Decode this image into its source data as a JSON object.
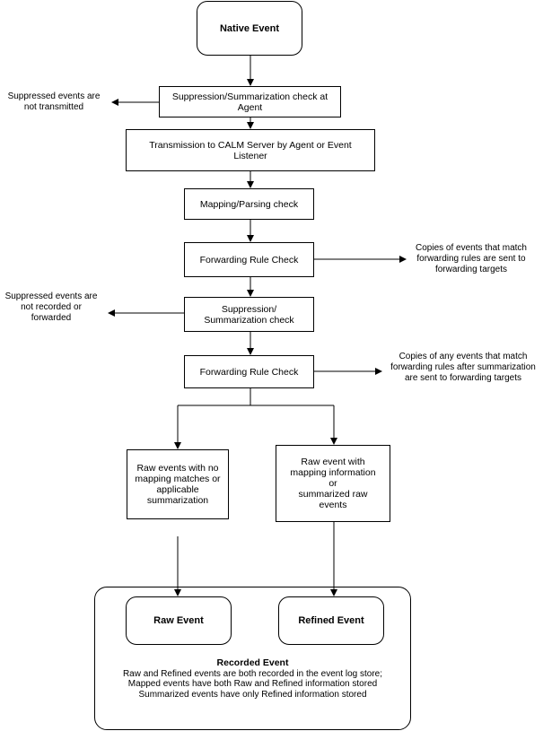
{
  "diagram": {
    "nodes": {
      "native_event": "Native Event",
      "suppression_agent": "Suppression/Summarization check at Agent",
      "transmission": "Transmission to CALM Server by Agent or Event Listener",
      "mapping_parsing": "Mapping/Parsing check",
      "forwarding_rule_1": "Forwarding Rule Check",
      "suppression_summarization": "Suppression/ Summarization check",
      "forwarding_rule_2": "Forwarding Rule Check",
      "raw_no_mapping": "Raw events with no mapping matches or applicable summarization",
      "raw_with_mapping_line1": "Raw event with mapping information",
      "raw_with_mapping_line2": "or",
      "raw_with_mapping_line3": "summarized raw events",
      "raw_event": "Raw Event",
      "refined_event": "Refined Event"
    },
    "notes": {
      "suppressed_not_transmitted": "Suppressed events are not transmitted",
      "copies_forwarding": "Copies of events that match forwarding rules are sent to forwarding targets",
      "suppressed_not_recorded": "Suppressed events are not recorded or forwarded",
      "copies_after_summarization": "Copies of any events that match forwarding rules after summarization are sent to forwarding targets"
    },
    "recorded": {
      "title": "Recorded Event",
      "line1": "Raw and Refined events are both recorded in the event log store;",
      "line2": "Mapped events have both Raw and Refined information stored",
      "line3": "Summarized events have only Refined information stored"
    }
  }
}
